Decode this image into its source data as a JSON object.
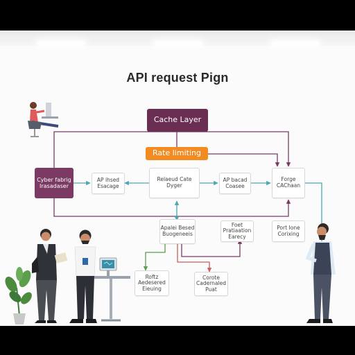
{
  "diagram": {
    "title": "API request Pign",
    "nodes": {
      "cache_layer": "Cache Layer",
      "rate_limiting": "Rate limiting",
      "cyber_entry": "Cyber fabrig Irasadaser",
      "api_based_1": "AP ihsed Esacage",
      "released_gate": "Relaeud Cate Dyger",
      "api_based_2": "AP bacad Coasee",
      "forget_cache": "Forge CAChaan",
      "applied_based": "Apalei Besed Buogeneeis",
      "foot_protection": "Foet Pratiaation Earecy",
      "port_load": "Port Ione Corixing",
      "rest_auth": "Roftz Aedesered Eieuing",
      "create_conditional": "Corote Cadernaled Puat"
    },
    "colors": {
      "header_purple": "#6b2e53",
      "rate_orange": "#f28b22",
      "entry_purple": "#7a3a64",
      "arrow_teal": "#49a8b0",
      "arrow_purple": "#7a3a64",
      "arrow_green": "#5a9e4e",
      "arrow_red": "#c9605a"
    }
  }
}
